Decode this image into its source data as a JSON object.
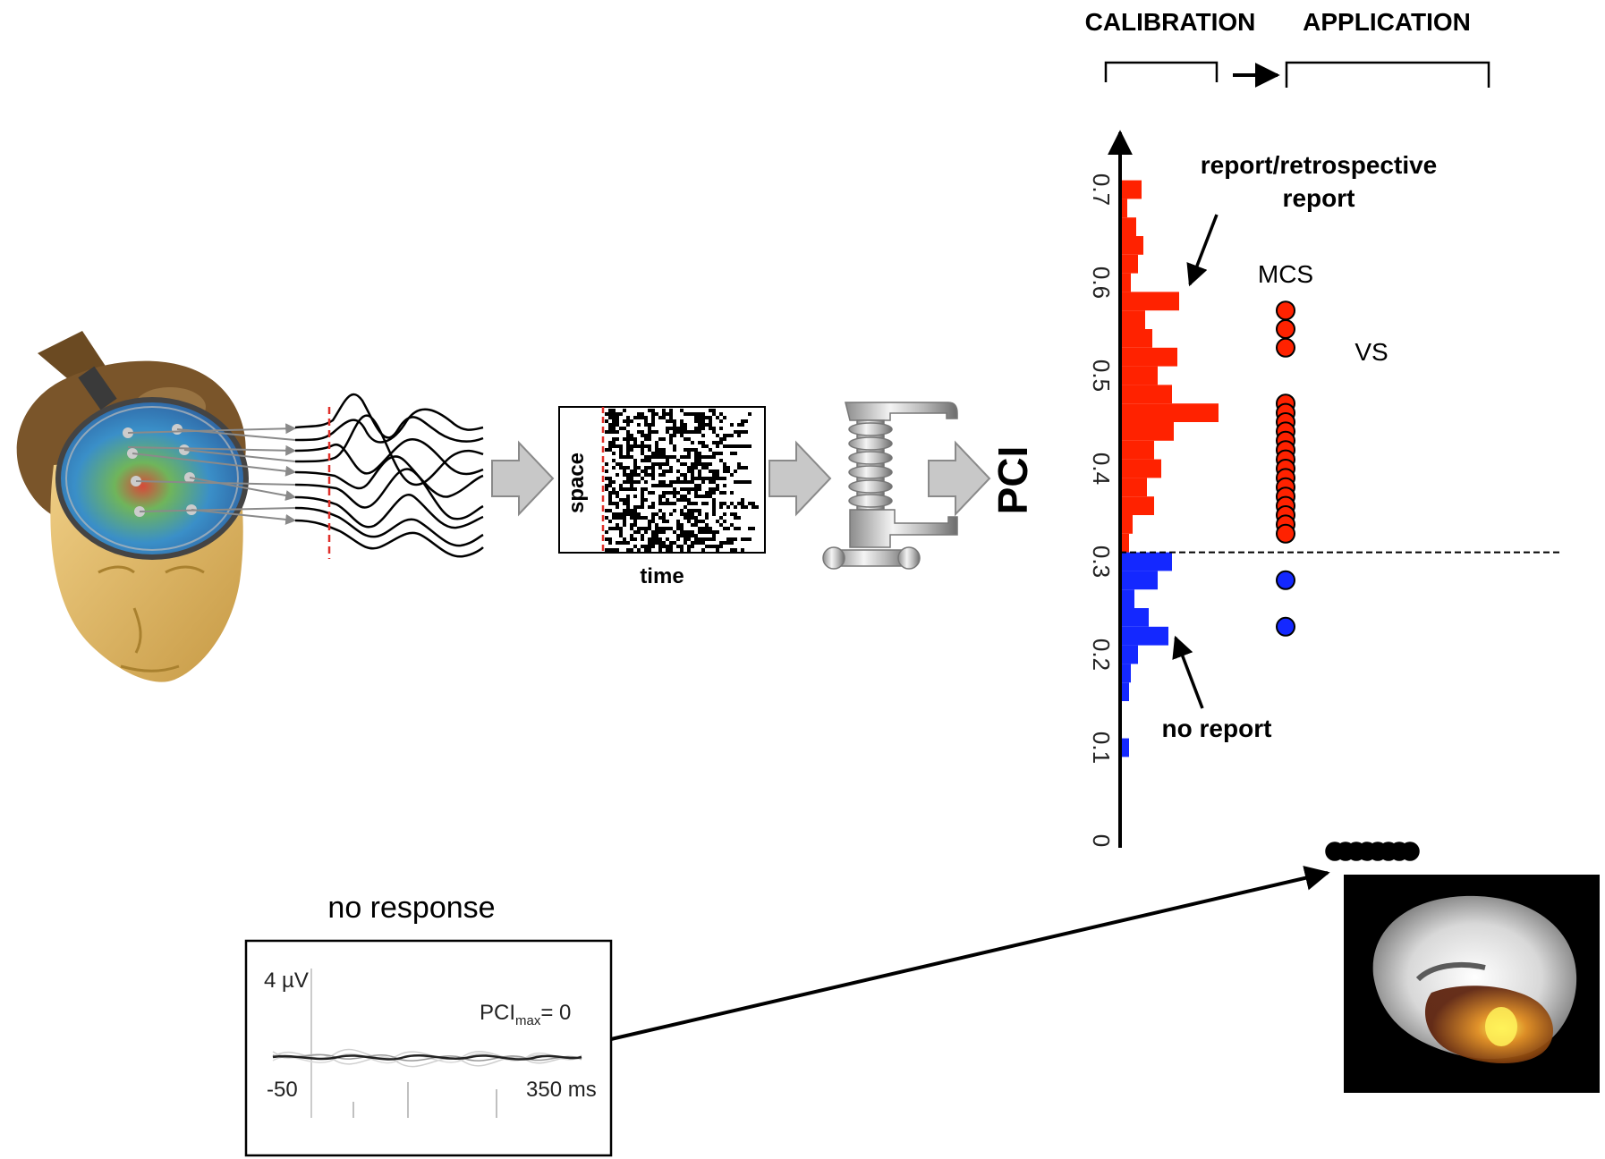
{
  "header": {
    "calibration_label": "CALIBRATION",
    "application_label": "APPLICATION"
  },
  "pipeline": {
    "matrix_space_label": "space",
    "matrix_time_label": "time",
    "pci_label": "PCI"
  },
  "chart_data": {
    "type": "histogram",
    "yticks": [
      "0",
      "0.1",
      "0.2",
      "0.3",
      "0.4",
      "0.5",
      "0.6",
      "0.7"
    ],
    "ylim": [
      0,
      0.75
    ],
    "threshold": 0.31,
    "annotations": {
      "report": "report/retrospective",
      "report_2": "report",
      "no_report": "no report"
    },
    "report_histogram": {
      "color": "#ff2200",
      "bins": [
        {
          "y": 0.7,
          "w": 22
        },
        {
          "y": 0.68,
          "w": 6
        },
        {
          "y": 0.66,
          "w": 16
        },
        {
          "y": 0.64,
          "w": 24
        },
        {
          "y": 0.62,
          "w": 18
        },
        {
          "y": 0.6,
          "w": 10
        },
        {
          "y": 0.58,
          "w": 64
        },
        {
          "y": 0.56,
          "w": 26
        },
        {
          "y": 0.54,
          "w": 34
        },
        {
          "y": 0.52,
          "w": 62
        },
        {
          "y": 0.5,
          "w": 40
        },
        {
          "y": 0.48,
          "w": 56
        },
        {
          "y": 0.46,
          "w": 108
        },
        {
          "y": 0.44,
          "w": 58
        },
        {
          "y": 0.42,
          "w": 36
        },
        {
          "y": 0.4,
          "w": 44
        },
        {
          "y": 0.38,
          "w": 28
        },
        {
          "y": 0.36,
          "w": 36
        },
        {
          "y": 0.34,
          "w": 12
        },
        {
          "y": 0.32,
          "w": 8
        }
      ]
    },
    "no_report_histogram": {
      "color": "#1428ff",
      "bins": [
        {
          "y": 0.3,
          "w": 56
        },
        {
          "y": 0.28,
          "w": 40
        },
        {
          "y": 0.26,
          "w": 14
        },
        {
          "y": 0.24,
          "w": 30
        },
        {
          "y": 0.22,
          "w": 52
        },
        {
          "y": 0.2,
          "w": 18
        },
        {
          "y": 0.18,
          "w": 10
        },
        {
          "y": 0.16,
          "w": 8
        },
        {
          "y": 0.1,
          "w": 8
        }
      ]
    },
    "groups": {
      "mcs_label": "MCS",
      "vs_label": "VS"
    },
    "mcs_points": {
      "red": [
        0.57,
        0.55,
        0.53,
        0.47,
        0.46,
        0.45,
        0.44,
        0.43,
        0.42,
        0.41,
        0.4,
        0.39,
        0.38,
        0.37,
        0.36,
        0.35,
        0.34,
        0.33
      ],
      "blue": [
        0.28,
        0.23
      ]
    },
    "vs_points_count": 8,
    "vs_points_value": 0
  },
  "eeg_panel": {
    "title": "no response",
    "scale_label": "4 µV",
    "pci_max_prefix": "PCI",
    "pci_max_sub": "max",
    "pci_max_value": "= 0",
    "time_start": "-50",
    "time_end": "350 ms"
  },
  "colors": {
    "report_red": "#ff2200",
    "no_report_blue": "#1428ff",
    "arrow_gray": "#c8c8c8"
  },
  "icons": [
    "head-model-icon",
    "eeg-traces-icon",
    "compression-clamp-icon",
    "brain-mri-icon"
  ]
}
